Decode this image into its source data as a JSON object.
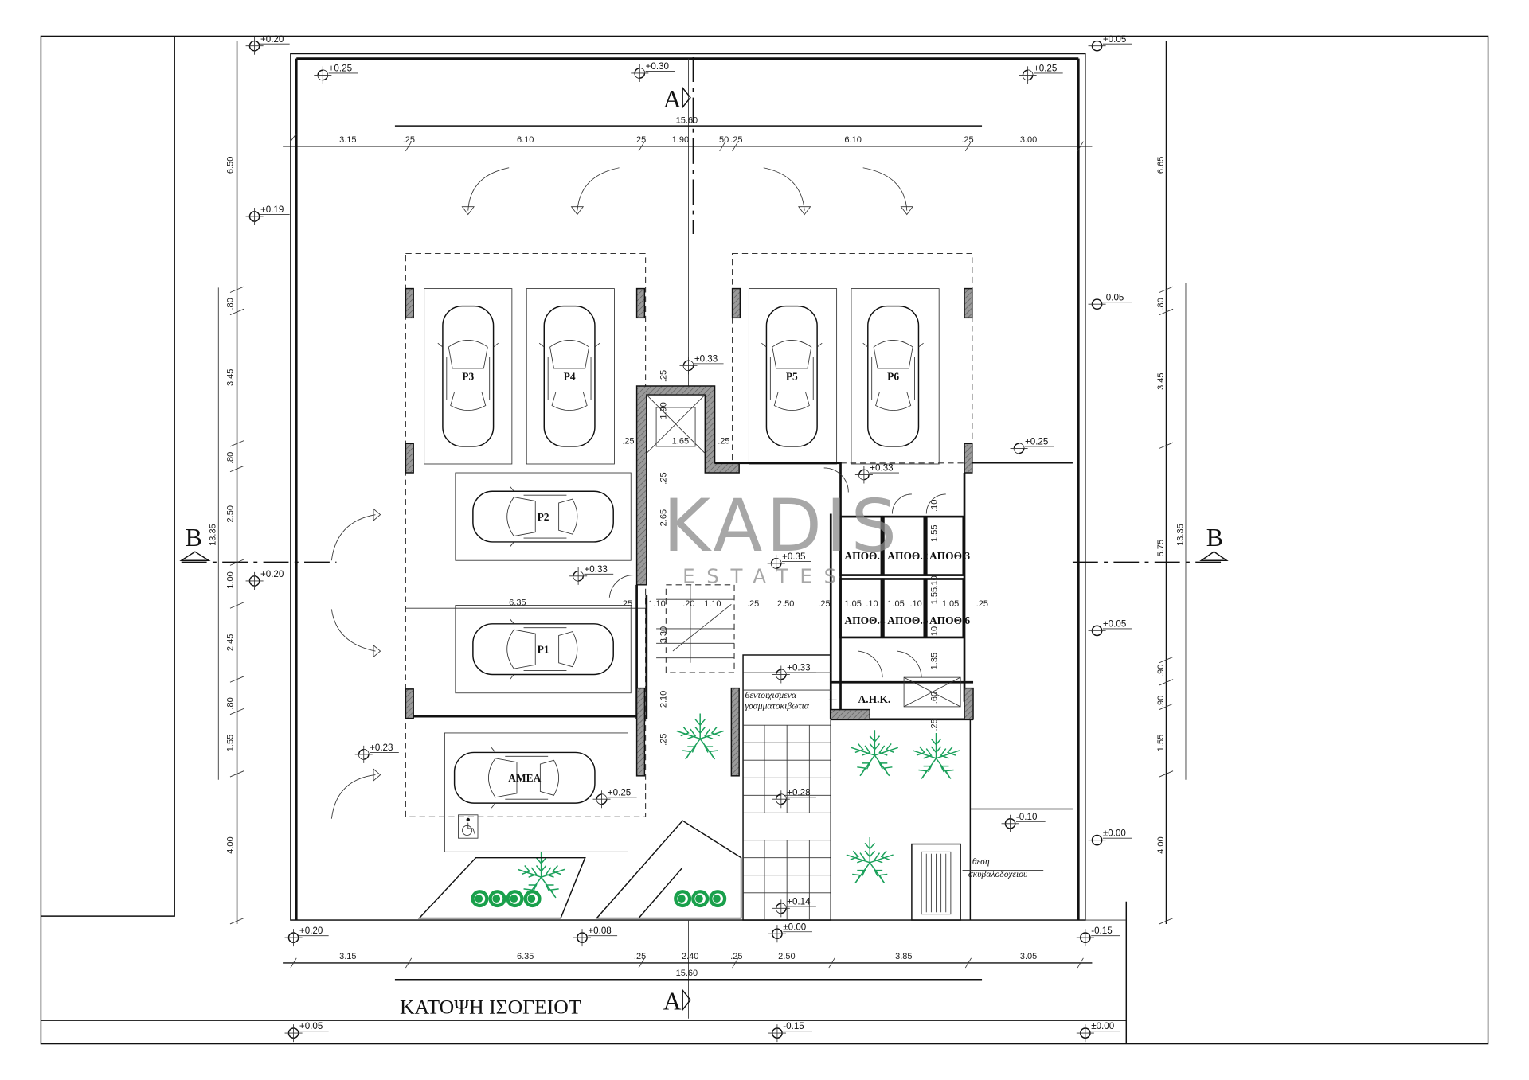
{
  "drawing": {
    "title": "ΚΑΤΟΨΗ ΙΣΟΓΕΙΟΤ",
    "watermark": {
      "brand": "KADIS",
      "sub": "ESTATES",
      "accent_color": "#d9c9a8"
    },
    "section_labels": {
      "a_top": "A",
      "a_bottom": "A",
      "b_left": "B",
      "b_right": "B"
    }
  },
  "parking": [
    "P1",
    "P2",
    "P3",
    "P4",
    "P5",
    "P6",
    "ΑΜΕΑ"
  ],
  "rooms": {
    "storage": [
      "ΑΠΟΘ.1",
      "ΑΠΟΘ.2",
      "ΑΠΟΘ.3",
      "ΑΠΟΘ.4",
      "ΑΠΟΘ.5",
      "ΑΠΟΘ.6"
    ],
    "ahk": "Α.Η.Κ.",
    "mailboxes": [
      "6εντοιχισμενα",
      "γραμματοκιβωτια"
    ],
    "bins": [
      "θεση",
      "σκυβαλοδοχειου"
    ]
  },
  "levels": [
    "+0.20",
    "+0.25",
    "+0.30",
    "+0.25",
    "+0.05",
    "+0.19",
    "-0.05",
    "+0.33",
    "+0.25",
    "+0.33",
    "+0.20",
    "+0.33",
    "+0.35",
    "+0.05",
    "+0.33",
    "+0.23",
    "+0.25",
    "+0.28",
    "-0.10",
    "±0.00",
    "+0.14",
    "±0.00",
    "+0.20",
    "+0.08",
    "-0.15",
    "+0.05",
    "-0.15",
    "±0.00"
  ],
  "dimensions": {
    "top": [
      "3.15",
      ".25",
      "6.10",
      ".25",
      "1.90",
      ".50",
      ".25",
      "6.10",
      ".25",
      "3.00"
    ],
    "top_total": "15.60",
    "bottom": [
      "3.15",
      "6.35",
      ".25",
      "2.40",
      ".25",
      "2.50",
      "3.85",
      "3.05"
    ],
    "bottom_total": "15.60",
    "left": [
      "6.50",
      ".80",
      "3.45",
      ".80",
      "2.50",
      "1.00",
      "2.45",
      ".80",
      "1.55",
      "4.00"
    ],
    "left_total": "13.35",
    "right": [
      "6.65",
      ".80",
      "3.45",
      "5.75",
      ".90",
      ".90",
      "1.55",
      "4.00"
    ],
    "right_total": "13.35",
    "interior": [
      ".25",
      "1.90",
      ".25",
      "1.65",
      ".25",
      ".25",
      "2.65",
      ".25",
      "1.10",
      ".20",
      "1.10",
      ".25",
      "2.50",
      ".25",
      "3.30",
      "6.35",
      "2.10",
      ".25",
      ".10",
      "1.55",
      "1.05",
      ".10",
      "1.05",
      ".10",
      "1.55",
      ".10",
      "1.05",
      ".25",
      ".10",
      "1.35",
      ".60",
      ".25"
    ]
  }
}
